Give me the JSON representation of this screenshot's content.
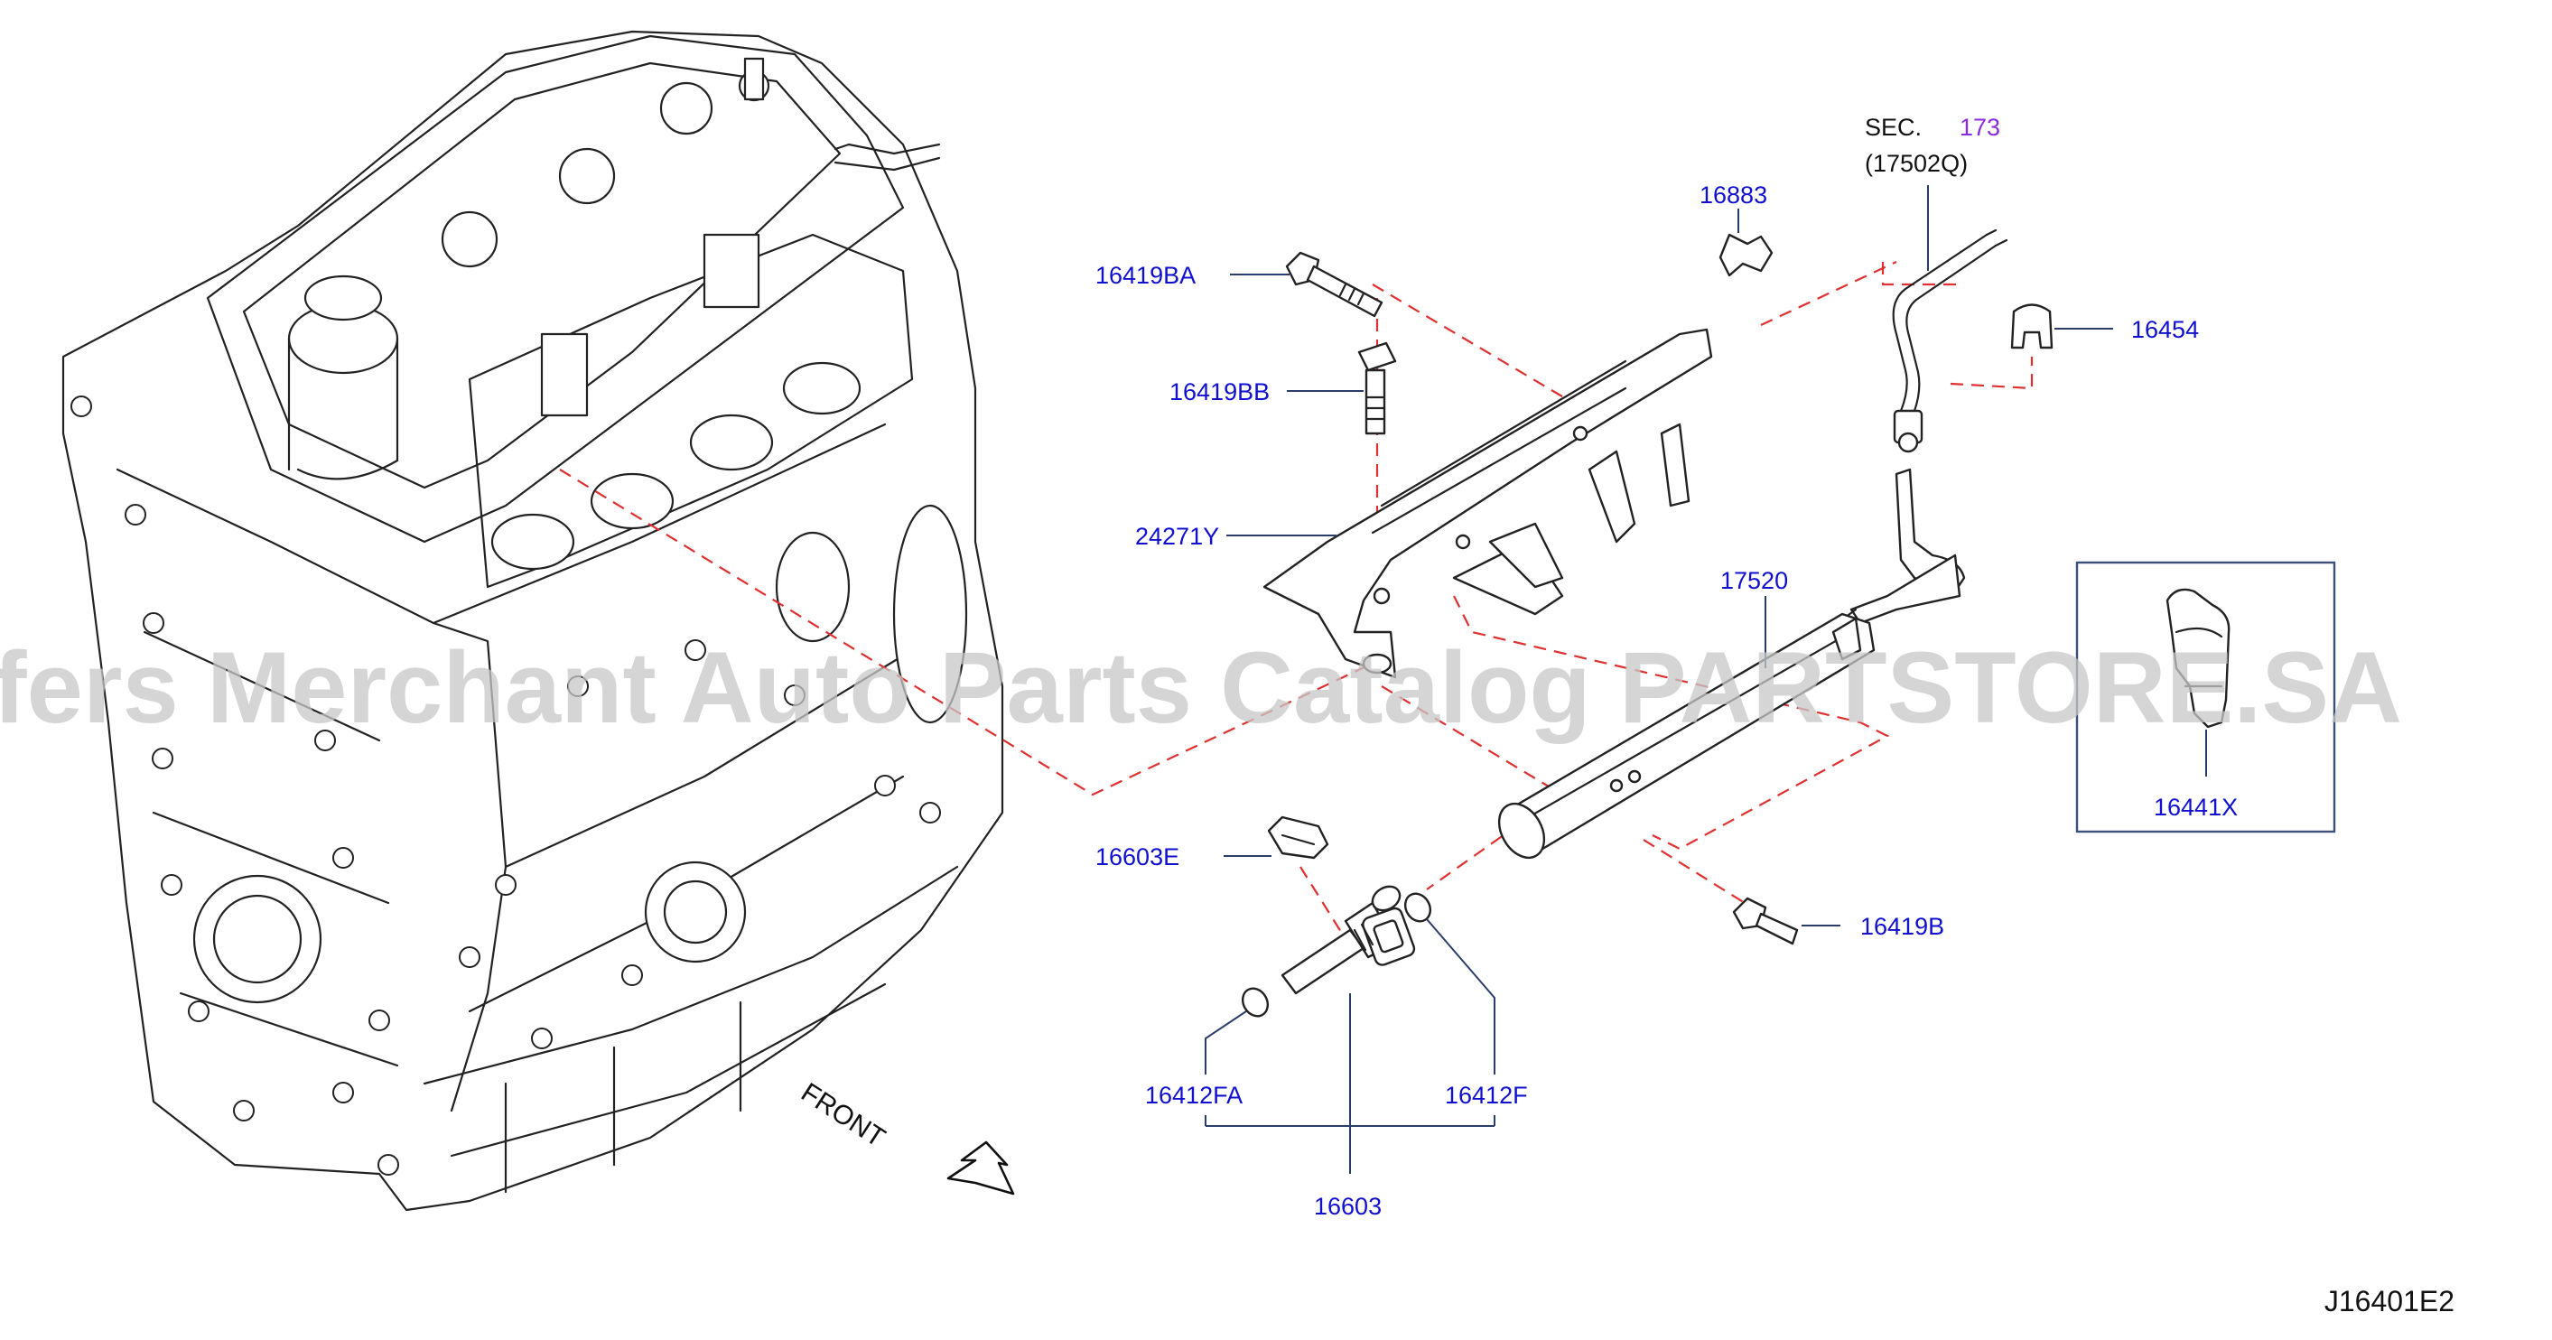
{
  "diagram_id": "J16401E2",
  "watermark": "Offers Merchant Auto Parts Catalog PARTSTORE.SA",
  "front_label": "FRONT",
  "section_ref": {
    "prefix": "SEC.",
    "number": "173",
    "part": "(17502Q)"
  },
  "parts": {
    "p16419BA": "16419BA",
    "p16419BB": "16419BB",
    "p24271Y": "24271Y",
    "p16883": "16883",
    "p16454": "16454",
    "p17520": "17520",
    "p16441X": "16441X",
    "p16603E": "16603E",
    "p16419B": "16419B",
    "p16412FA": "16412FA",
    "p16412F": "16412F",
    "p16603": "16603"
  },
  "colors": {
    "label": "#1010d0",
    "section_link": "#8a2be2",
    "leader": "#2a3c6a",
    "dashed_guide": "#e03030"
  }
}
